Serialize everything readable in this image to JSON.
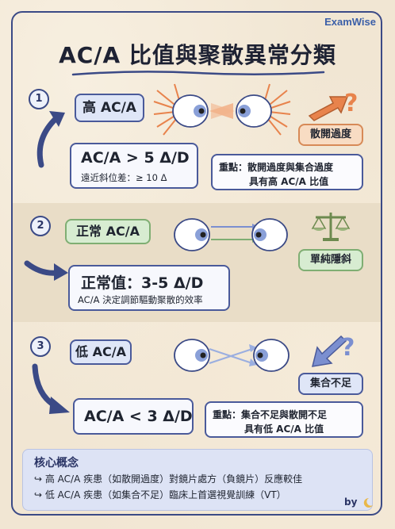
{
  "brand": "ExamWise",
  "title": "AC/A 比值與聚散異常分類",
  "sections": [
    {
      "number": "1",
      "label": "高 AC/A",
      "value": "AC/A > 5 Δ/D",
      "sub": "遠近斜位差：≥ 10 Δ",
      "tag": "散開過度",
      "note_line1": "重點：散開過度與集合過度",
      "note_line2": "具有高 AC/A 比值"
    },
    {
      "number": "2",
      "label": "正常 AC/A",
      "value": "正常值：3-5 Δ/D",
      "sub": "AC/A 決定調節驅動聚散的效率",
      "tag": "單純隱斜"
    },
    {
      "number": "3",
      "label": "低 AC/A",
      "value": "AC/A < 3 Δ/D",
      "tag": "集合不足",
      "note_line1": "重點：集合不足與散開不足",
      "note_line2": "具有低 AC/A 比值"
    }
  ],
  "core": {
    "title": "核心概念",
    "line1": "↪ 高 AC/A 疾患（如散開過度）對鏡片處方（負鏡片）反應較佳",
    "line2": "↪ 低 AC/A 疾患（如集合不足）臨床上首選視覺訓練（VT）"
  },
  "signature": "by",
  "colors": {
    "navy": "#3b4a86",
    "high_accent": "#e8834c",
    "normal_accent": "#7fae73",
    "low_accent": "#7b8fd0"
  },
  "icons": [
    "arrow-up-right-icon",
    "question-mark-icon",
    "eye-icon",
    "balance-scale-icon",
    "arrow-down-left-icon",
    "curved-arrow-icon",
    "moon-logo-icon"
  ]
}
